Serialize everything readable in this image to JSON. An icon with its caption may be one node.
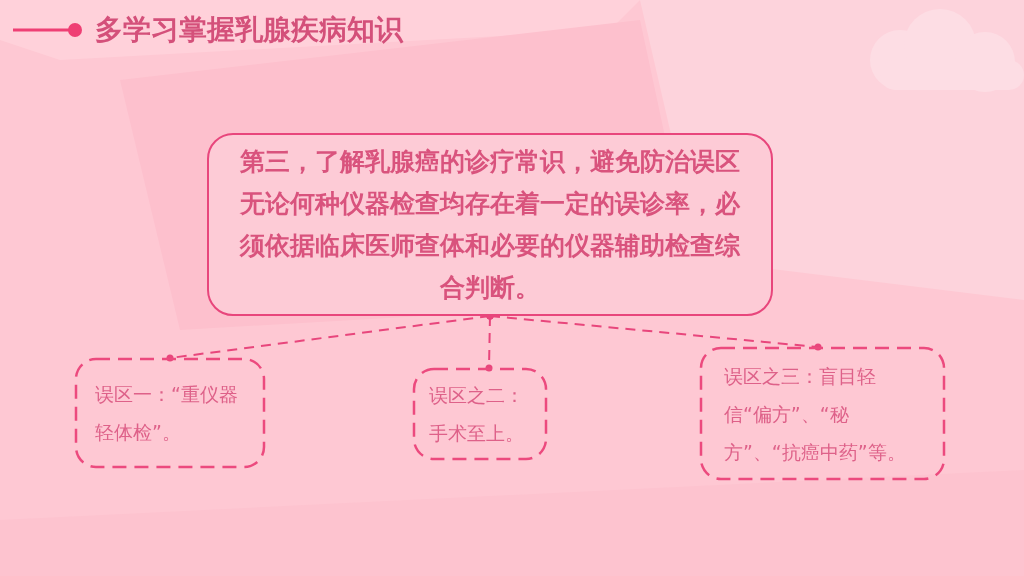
{
  "diagram": {
    "title": "多学习掌握乳腺疾病知识",
    "nodes": [
      {
        "text": [
          "第三，了解乳腺癌的诊疗常识，避免防治误区",
          "无论何种仪器检查均存在着一定的误诊率，必须依据临床医师查体和必要的仪器辅助检查综合判断。"
        ]
      },
      {
        "text": [
          "误区一：“重仪器轻体检”。"
        ]
      },
      {
        "text": [
          "误区之二：手术至上。"
        ]
      },
      {
        "text": [
          "误区之三：盲目轻信“偏方”、“秘方”、“抗癌中药”等。"
        ]
      }
    ],
    "edges": [
      {
        "from": 0,
        "to": 1,
        "arrow": "other",
        "style": "dashed"
      },
      {
        "from": 0,
        "to": 2,
        "arrow": "other",
        "style": "dashed"
      },
      {
        "from": 0,
        "to": 3,
        "arrow": "other",
        "style": "dashed"
      }
    ]
  }
}
